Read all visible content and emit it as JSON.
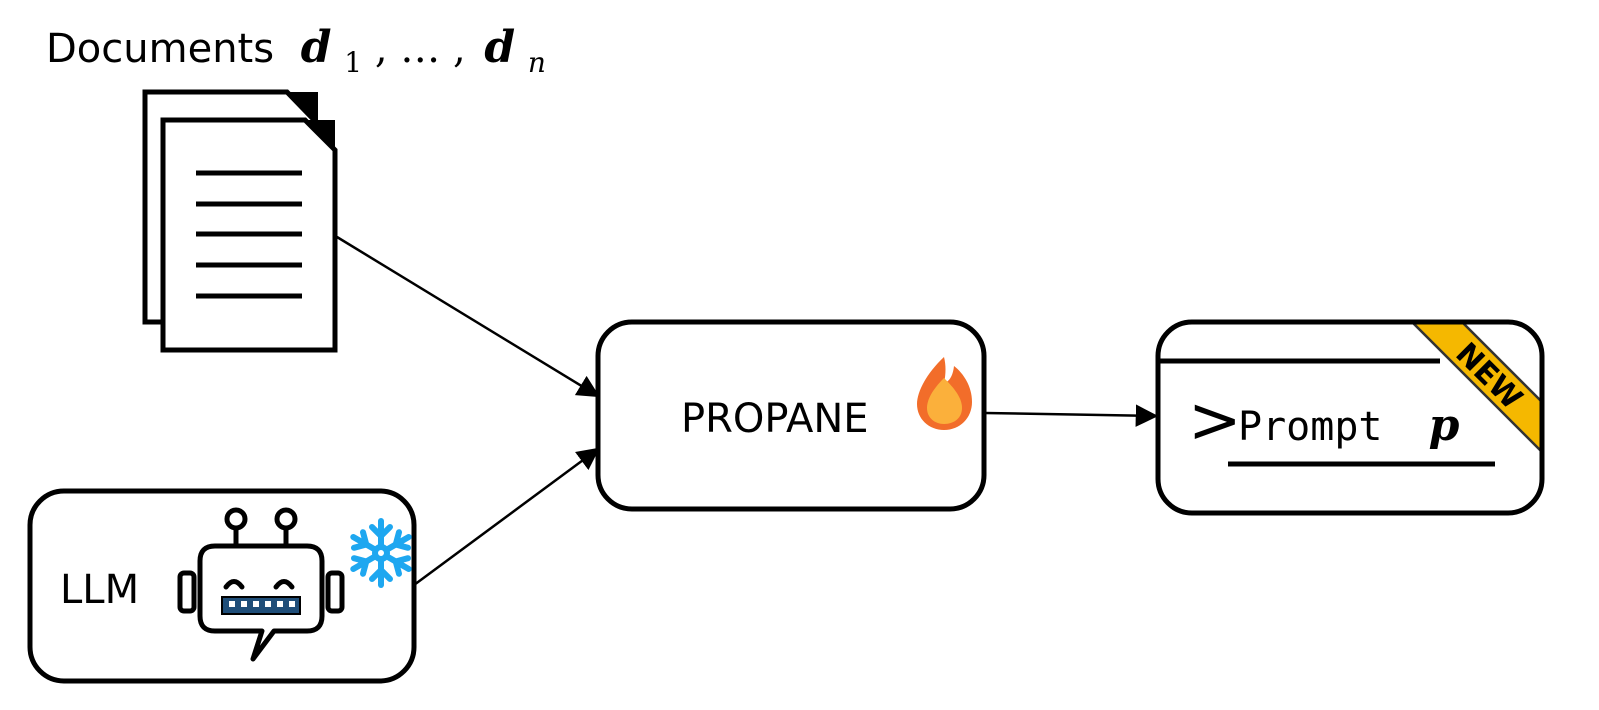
{
  "documents": {
    "label": "Documents",
    "symbol_first": "d",
    "sub_first": "1",
    "separator": ", … ,",
    "symbol_last": "d",
    "sub_last": "n"
  },
  "llm": {
    "label": "LLM",
    "icons": [
      "robot-chat-icon",
      "snowflake-icon"
    ],
    "robot_mouth_color": "#1f4e79",
    "snowflake_color": "#1ea7f0"
  },
  "propane": {
    "label": "PROPANE",
    "icon": "flame-icon",
    "flame_outer_color": "#f26d2a",
    "flame_inner_color": "#fbb03b"
  },
  "prompt": {
    "chevron": ">",
    "label": "Prompt",
    "symbol": "p",
    "badge": "NEW",
    "badge_color": "#f5b800"
  }
}
